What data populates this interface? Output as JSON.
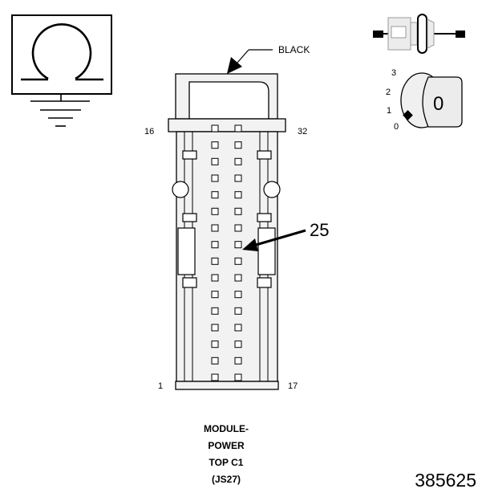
{
  "connector": {
    "wire_color_label": "BLACK",
    "pin_labels": {
      "top_left": "16",
      "top_right": "32",
      "bottom_left": "1",
      "bottom_right": "17"
    },
    "callout_pin": "25",
    "pins_per_column": 16,
    "name_lines": [
      "MODULE-",
      "POWER",
      "TOP C1",
      "(JS27)"
    ]
  },
  "key_switch": {
    "positions": [
      "3",
      "2",
      "1",
      "0"
    ],
    "key_label": "0"
  },
  "figure_number": "385625",
  "icons": {
    "meter": "ohmmeter-ground-icon",
    "test_probe": "test-lamp-probe-icon",
    "ignition": "ignition-key-icon"
  }
}
